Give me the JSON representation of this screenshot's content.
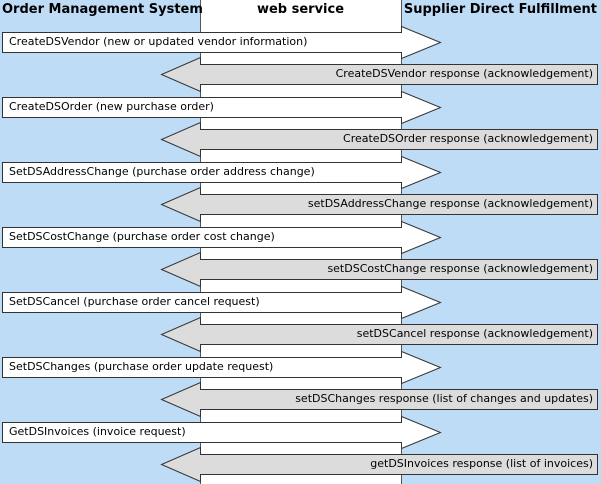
{
  "headers": {
    "left": "Order Management System",
    "middle": "web service",
    "right": "Supplier Direct Fulfillment"
  },
  "colors": {
    "lane_fill": "#bfdcf7",
    "request_arrow_fill": "#ffffff",
    "response_arrow_fill": "#dcdcdc",
    "arrow_stroke": "#333333"
  },
  "exchanges": [
    {
      "request": "CreateDSVendor (new or updated vendor information)",
      "response": "CreateDSVendor response (acknowledgement)"
    },
    {
      "request": "CreateDSOrder (new purchase order)",
      "response": "CreateDSOrder response (acknowledgement)"
    },
    {
      "request": "SetDSAddressChange (purchase order address change)",
      "response": "setDSAddressChange response (acknowledgement)"
    },
    {
      "request": "SetDSCostChange (purchase order cost change)",
      "response": "setDSCostChange response (acknowledgement)"
    },
    {
      "request": "SetDSCancel (purchase order cancel request)",
      "response": "setDSCancel response (acknowledgement)"
    },
    {
      "request": "SetDSChanges (purchase order update request)",
      "response": "setDSChanges response (list of changes and updates)"
    },
    {
      "request": "GetDSInvoices (invoice request)",
      "response": "getDSInvoices response (list of invoices)"
    }
  ]
}
